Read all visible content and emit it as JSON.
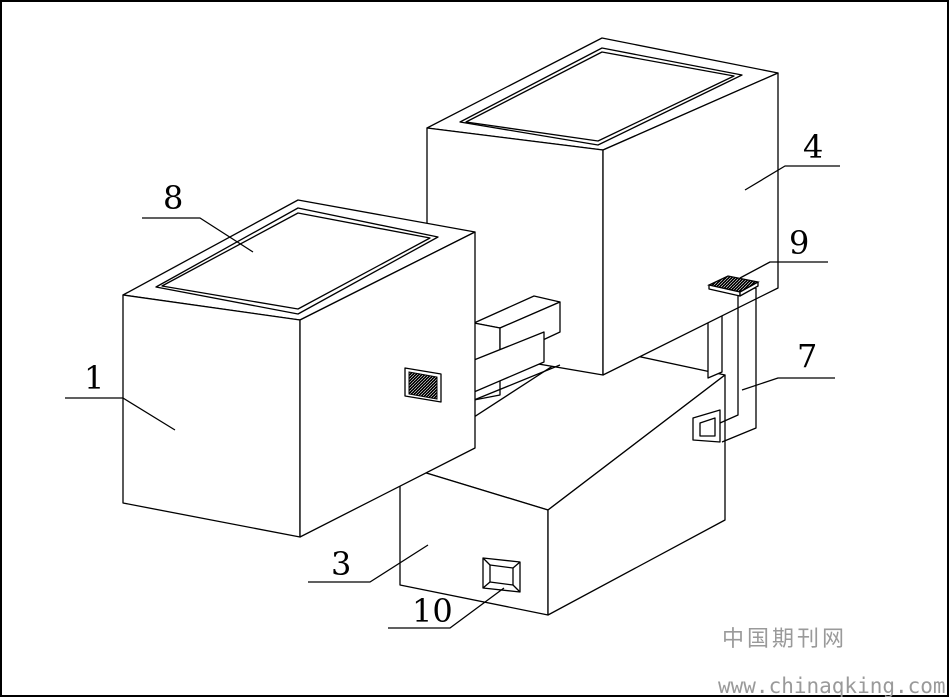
{
  "labels": {
    "part_1": "1",
    "part_3": "3",
    "part_4": "4",
    "part_7": "7",
    "part_8": "8",
    "part_9": "9",
    "part_10": "10"
  },
  "watermark": {
    "site_name": "中国期刊网",
    "url": "www.chinaqking.com"
  }
}
